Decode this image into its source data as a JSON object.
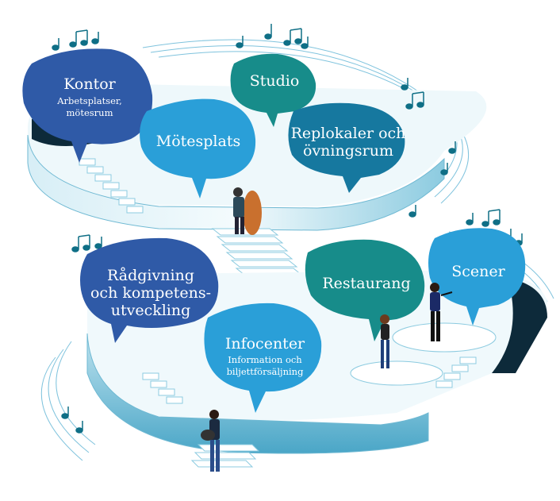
{
  "colors": {
    "dark_blue": "#2f5aa7",
    "mid_blue": "#2a9fd8",
    "teal": "#178c8a",
    "ocean": "#16789f",
    "platform_light": "#eef8fb",
    "platform_side": "#6fb9d3"
  },
  "bubbles": {
    "kontor": {
      "title": "Kontor",
      "sub1": "Arbetsplatser,",
      "sub2": "mötesrum"
    },
    "motesplats": {
      "title": "Mötesplats"
    },
    "studio": {
      "title": "Studio"
    },
    "replokaler": {
      "line1": "Replokaler och",
      "line2": "övningsrum"
    },
    "radgivning": {
      "line1": "Rådgivning",
      "line2": "och kompetens-",
      "line3": "utveckling"
    },
    "infocenter": {
      "title": "Infocenter",
      "sub1": "Information och",
      "sub2": "biljettförsäljning"
    },
    "restaurang": {
      "title": "Restaurang"
    },
    "scener": {
      "title": "Scener"
    }
  },
  "icons": {
    "notes": "music-note-icon",
    "people": [
      "cellist-figure",
      "singer-figure",
      "violinist-figure",
      "guitarist-figure"
    ]
  }
}
